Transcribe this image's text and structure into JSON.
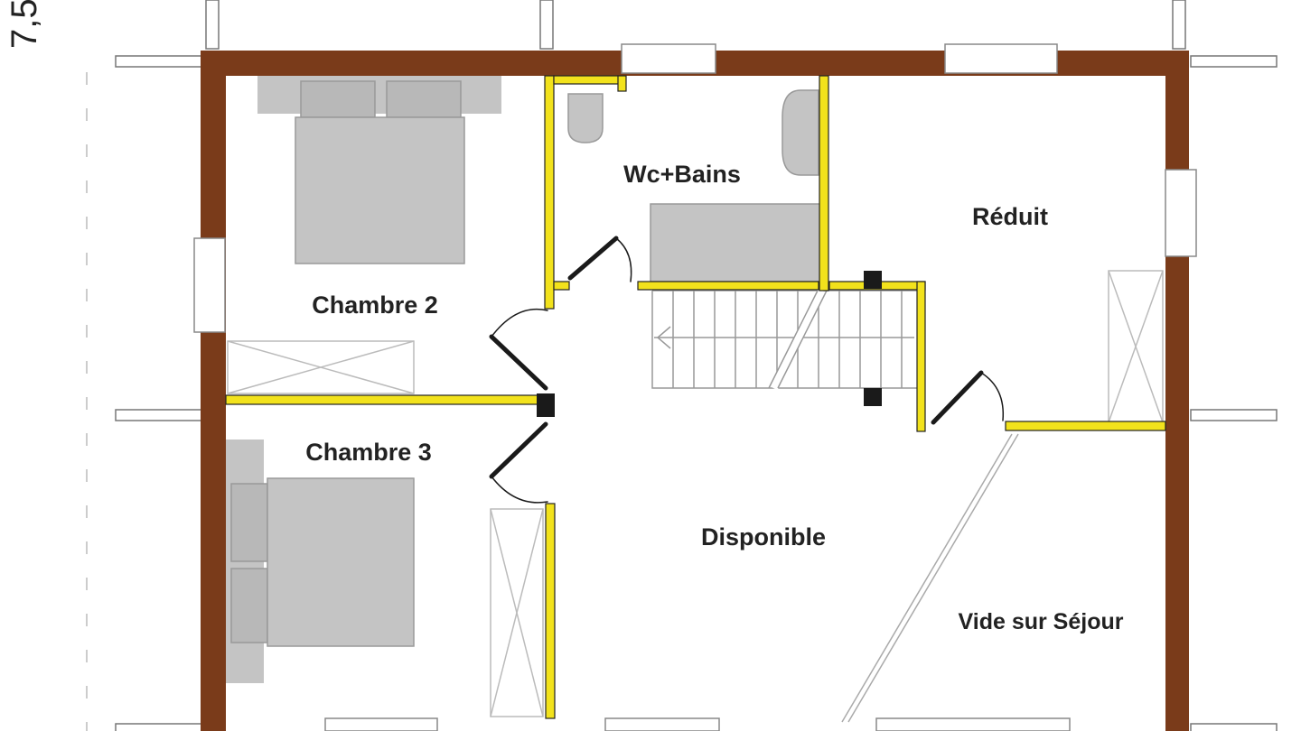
{
  "rooms": {
    "wc_bains": "Wc+Bains",
    "reduit": "Réduit",
    "chambre_2": "Chambre 2",
    "chambre_3": "Chambre 3",
    "disponible": "Disponible",
    "vide_sur_sejour": "Vide sur Séjour"
  },
  "colors": {
    "exterior_wall": "#7a3b1a",
    "partition_wall": "#f2e21c",
    "furniture": "#c4c4c4",
    "line": "#1a1a1a"
  }
}
